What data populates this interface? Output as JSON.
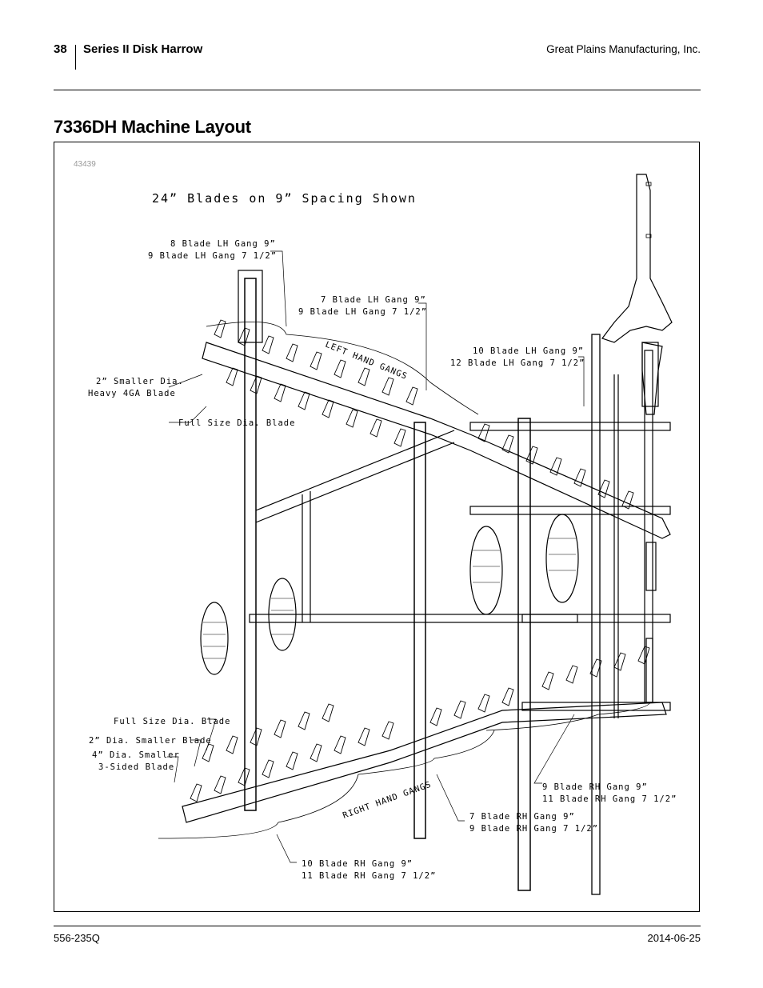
{
  "header": {
    "page_number": "38",
    "doc_title": "Series II Disk Harrow",
    "company": "Great Plains Manufacturing, Inc."
  },
  "section": {
    "title": "7336DH Machine Layout"
  },
  "figure": {
    "number": "43439",
    "caption": "24” Blades on 9” Spacing Shown",
    "callouts": {
      "lh_8_9": "8 Blade LH Gang 9”",
      "lh_9_75": "9 Blade LH Gang 7 1/2”",
      "lh_7_9": "7 Blade LH Gang 9”",
      "lh_9_75b": "9 Blade LH Gang 7 1/2”",
      "lh_10_9": "10 Blade LH Gang 9”",
      "lh_12_75": "12 Blade LH Gang 7 1/2”",
      "left_hand_gangs": "LEFT HAND GANGS",
      "smaller_dia_1": "2” Smaller Dia.",
      "smaller_dia_2": "Heavy 4GA Blade",
      "full_size_top": "Full Size Dia. Blade",
      "full_size_bottom": "Full Size Dia. Blade",
      "dia_smaller_2": "2” Dia. Smaller Blade",
      "dia_smaller_4a": "4” Dia. Smaller",
      "dia_smaller_4b": "3-Sided Blade",
      "right_hand_gangs": "RIGHT HAND GANGS",
      "rh_9_9": "9 Blade RH Gang 9”",
      "rh_11_75": "11 Blade RH Gang 7 1/2”",
      "rh_7_9": "7 Blade RH Gang 9”",
      "rh_9_75": "9 Blade RH Gang 7 1/2”",
      "rh_10_9": "10 Blade RH Gang 9”",
      "rh_11_75b": "11 Blade RH Gang 7 1/2”"
    }
  },
  "footer": {
    "doc_number": "556-235Q",
    "date": "2014-06-25"
  }
}
